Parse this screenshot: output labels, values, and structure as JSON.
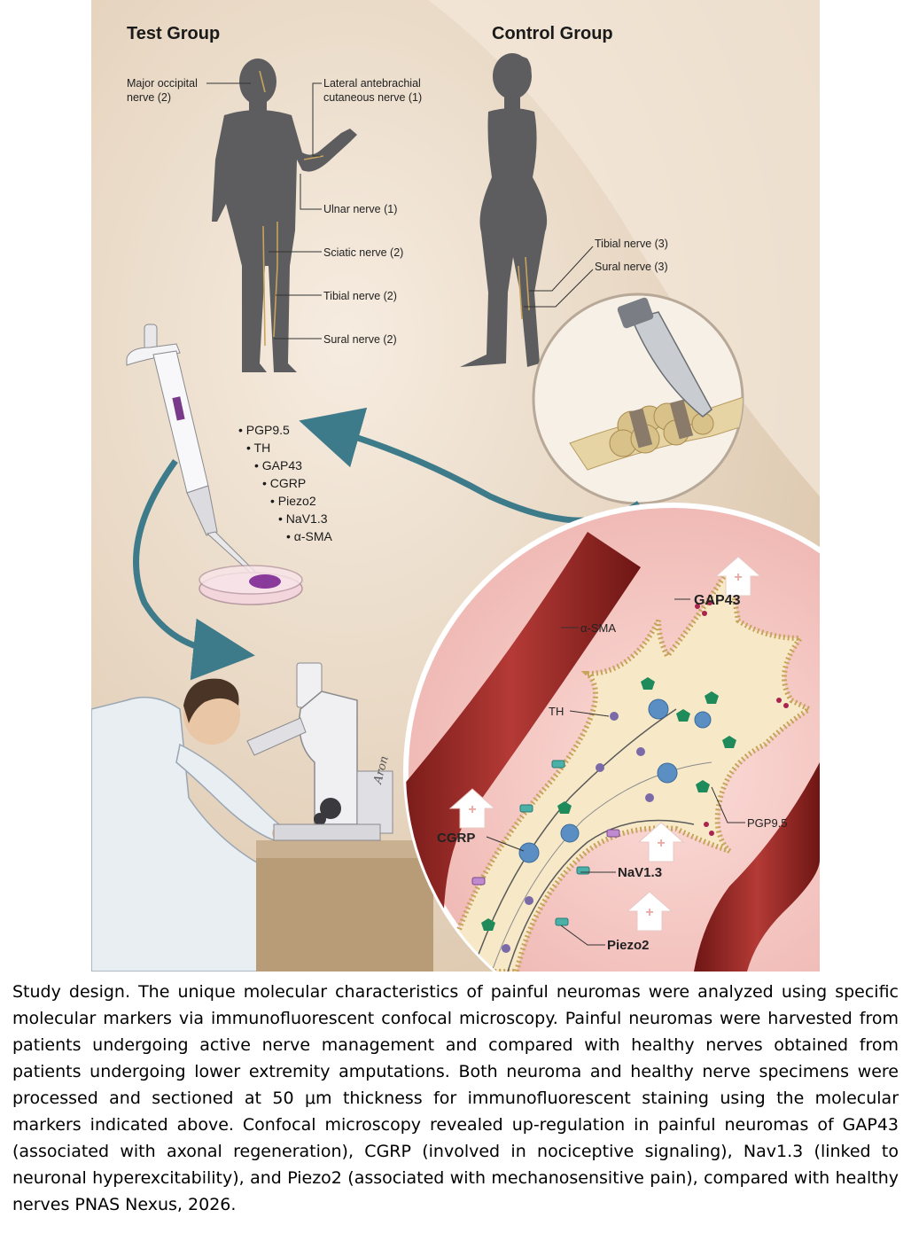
{
  "groups": {
    "test": "Test Group",
    "control": "Control Group"
  },
  "test_nerves": [
    {
      "line1": "Major occipital",
      "line2": "nerve (2)"
    },
    {
      "line1": "Lateral antebrachial",
      "line2": "cutaneous nerve (1)"
    },
    {
      "line1": "Ulnar nerve (1)"
    },
    {
      "line1": "Sciatic nerve (2)"
    },
    {
      "line1": "Tibial nerve (2)"
    },
    {
      "line1": "Sural nerve (2)"
    }
  ],
  "control_nerves": [
    "Tibial nerve (3)",
    "Sural nerve (3)"
  ],
  "markers": [
    "PGP9.5",
    "TH",
    "GAP43",
    "CGRP",
    "Piezo2",
    "NaV1.3",
    "α-SMA"
  ],
  "tissue_labels": {
    "gap43": "GAP43",
    "asma": "α-SMA",
    "th": "TH",
    "pgp95": "PGP9.5",
    "cgrp": "CGRP",
    "nav13": "NaV1.3",
    "piezo2": "Piezo2"
  },
  "signature": "Aron",
  "caption": "Study design. The unique molecular characteristics of painful neuromas were analyzed using specific molecular markers via immunofluorescent confocal microscopy. Painful neuromas were harvested from patients undergoing active nerve management and compared with healthy nerves obtained from patients undergoing lower extremity amputations. Both neuroma and healthy nerve specimens were processed and sectioned at 50 μm thickness for immunofluorescent staining using the molecular markers indicated above. Confocal microscopy revealed up-regulation in painful neuromas of GAP43 (associated with axonal regeneration), CGRP (involved in nociceptive signaling), Nav1.3 (linked to neuronal hyperexcitability), and Piezo2 (associated with mechanosensitive pain), compared with healthy nerves PNAS Nexus, 2026.",
  "colors": {
    "background": "#efe1cf",
    "silhouette": "#5d5d5f",
    "arrow": "#3d7a8a",
    "tissue": "#f4c9c4",
    "vessel": "#9b2a28",
    "axon": "#f7e9c8",
    "marker_green": "#1f8a5a",
    "marker_blue": "#5b8fc4",
    "marker_purple": "#7a6aa8",
    "marker_red": "#a8254e"
  }
}
